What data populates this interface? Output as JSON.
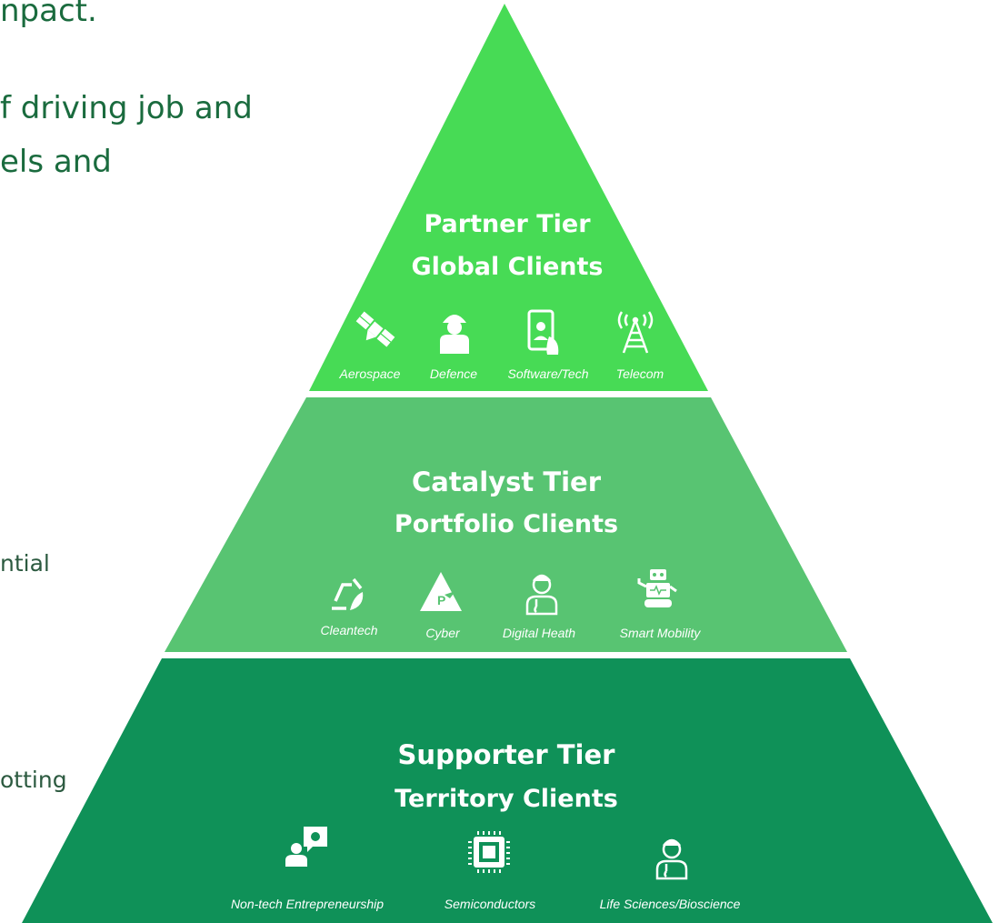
{
  "left_text": {
    "line1": "npact.",
    "line2": "f driving job and",
    "line3": "els and",
    "line4": "ntial",
    "line5": "otting"
  },
  "colors": {
    "partner": "#47db55",
    "catalyst": "#58c472",
    "supporter": "#0f9158",
    "text_green": "#1a6b3e"
  },
  "tiers": {
    "partner": {
      "title": "Partner Tier",
      "subtitle": "Global Clients",
      "icons": [
        {
          "icon": "satellite-icon",
          "label": "Aerospace"
        },
        {
          "icon": "soldier-icon",
          "label": "Defence"
        },
        {
          "icon": "smartphone-user-icon",
          "label": "Software/Tech"
        },
        {
          "icon": "antenna-tower-icon",
          "label": "Telecom"
        }
      ]
    },
    "catalyst": {
      "title": "Catalyst Tier",
      "subtitle": "Portfolio Clients",
      "icons": [
        {
          "icon": "recycle-leaf-icon",
          "label": "Cleantech"
        },
        {
          "icon": "cyber-triangle-icon",
          "label": "Cyber"
        },
        {
          "icon": "doctor-icon",
          "label": "Digital Heath"
        },
        {
          "icon": "robot-icon",
          "label": "Smart Mobility"
        }
      ]
    },
    "supporter": {
      "title": "Supporter Tier",
      "subtitle": "Territory Clients",
      "icons": [
        {
          "icon": "presenter-idea-icon",
          "label": "Non-tech Entrepreneurship"
        },
        {
          "icon": "chip-icon",
          "label": "Semiconductors"
        },
        {
          "icon": "doctor-icon",
          "label": "Life Sciences/Bioscience"
        }
      ]
    }
  }
}
